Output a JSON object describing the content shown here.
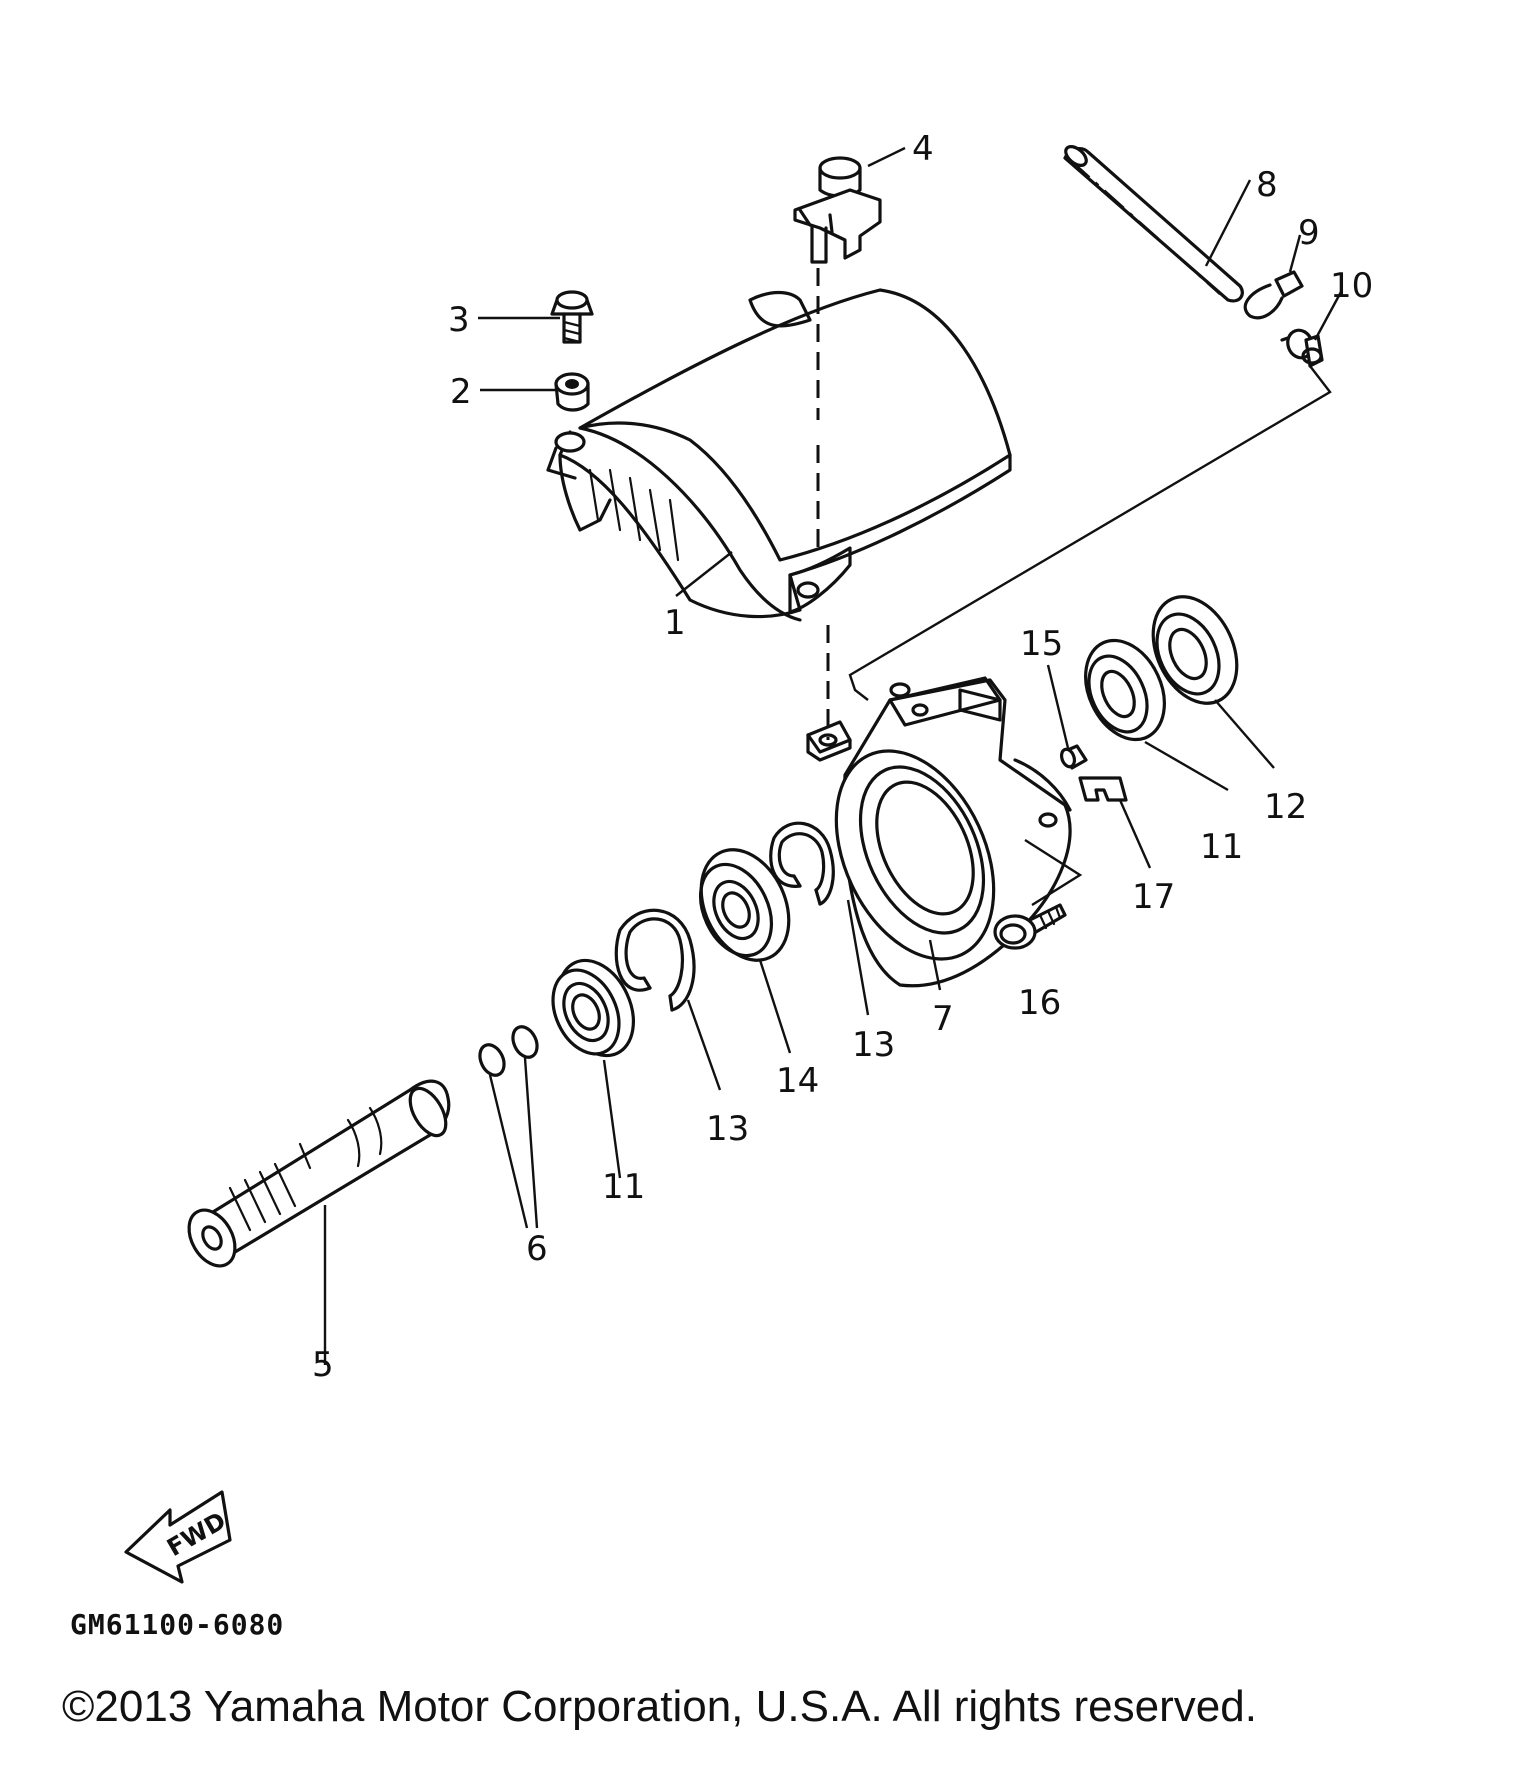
{
  "diagram": {
    "callouts": {
      "p1": "1",
      "p2": "2",
      "p3": "3",
      "p4": "4",
      "p5": "5",
      "p6": "6",
      "p7": "7",
      "p8": "8",
      "p9": "9",
      "p10": "10",
      "p11a": "11",
      "p11b": "11",
      "p12": "12",
      "p13a": "13",
      "p13b": "13",
      "p14": "14",
      "p15": "15",
      "p16": "16",
      "p17": "17"
    },
    "fwd_label": "FWD",
    "diagram_code": "GM61100-6080"
  },
  "footer": {
    "copyright": "©2013 Yamaha Motor Corporation, U.S.A. All rights reserved."
  }
}
